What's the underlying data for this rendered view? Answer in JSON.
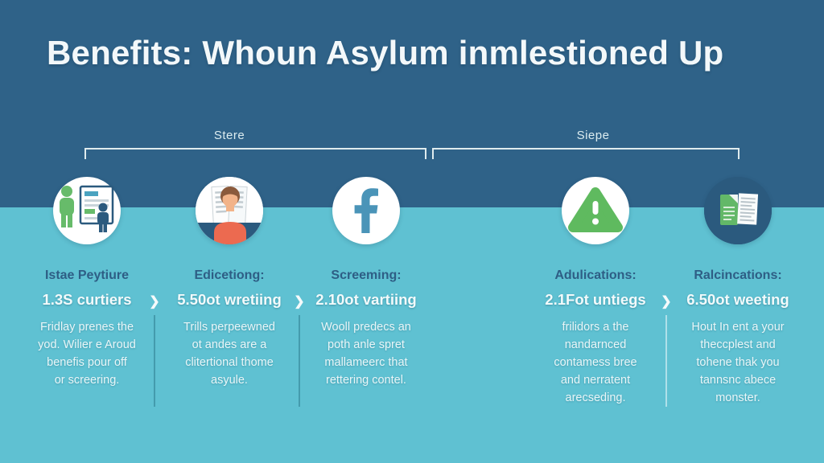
{
  "header": {
    "title": "Benefits: Whoun Asylum inmlestioned Up"
  },
  "timeline": {
    "stages": [
      {
        "label": "Stere"
      },
      {
        "label": "Siepe"
      }
    ]
  },
  "columns": [
    {
      "icon": "presentation-people-icon",
      "header": "Istae Peytiure",
      "subheader": "1.3S curtiers",
      "body": "Fridlay prenes the\nyod. Wilier e Aroud\nbenefis pour off\nor screering."
    },
    {
      "icon": "reading-person-icon",
      "header": "Edicetiong:",
      "subheader": "5.50ot wretiing",
      "body": "Trills perpeewned\not andes are a\nclitertional thome\nasyule."
    },
    {
      "icon": "facebook-icon",
      "header": "Screeming:",
      "subheader": "2.10ot vartiing",
      "body": "Wooll predecs an\npoth anle spret\nmallameerc that\nrettering contel."
    },
    {
      "icon": "warning-triangle-icon",
      "header": "Adulications:",
      "subheader": "2.1Fot untiegs",
      "body": "frilidors a the\nnandarnced\ncontamess bree\nand nerratent\narecseding."
    },
    {
      "icon": "documents-icon",
      "header": "Ralcincations:",
      "subheader": "6.50ot weeting",
      "body": "Hout In ent a your\ntheccplest and\ntohene thak you\ntannsnc abece\nmonster."
    }
  ],
  "misc": {
    "chevron": "❯"
  },
  "colors": {
    "top_band": "#2f6288",
    "background": "#5fc1d2",
    "title_text": "#f3f8fa",
    "heading_navy": "#2e5e85",
    "body_text": "#e9f6f8",
    "icon_green": "#67bb6a",
    "icon_navy": "#2b5a7e",
    "icon_orange": "#ec6a50",
    "icon_skin": "#f2b389",
    "icon_hair": "#8a5a3c",
    "facebook_blue": "#4a94b8",
    "bracket_line": "#e9f3f4"
  }
}
